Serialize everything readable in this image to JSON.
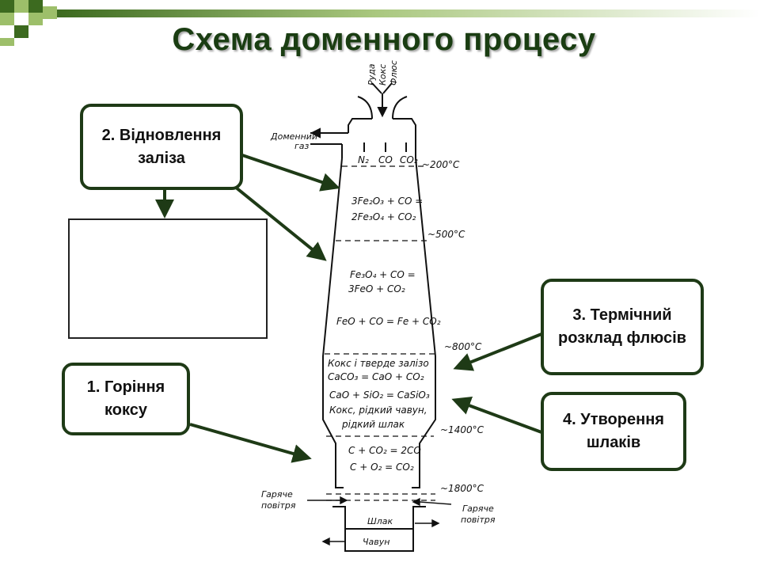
{
  "title": "Схема доменного процесу",
  "colors": {
    "accent_dark": "#3c6a1f",
    "accent_light": "#9dbf6a",
    "callout_border": "#1e3a16",
    "arrow": "#1e3a16"
  },
  "callouts": {
    "reduction": {
      "line1": "2. Відновлення",
      "line2": "заліза"
    },
    "thermal": {
      "line1": "3. Термічний",
      "line2": "розклад флюсів"
    },
    "combustion": {
      "line1": "1. Горіння",
      "line2": "коксу"
    },
    "slag": {
      "line1": "4. Утворення",
      "line2": "шлаків"
    }
  },
  "furnace": {
    "inputs": {
      "ore": "Руда",
      "coke": "Кокс",
      "flux": "Флюс"
    },
    "gas_label": {
      "line1": "Доменний",
      "line2": "газ"
    },
    "gases": {
      "n2": "N₂",
      "co": "CO",
      "co2": "CO₂"
    },
    "temperatures": [
      "~200°C",
      "~500°C",
      "~800°C",
      "~1400°C",
      "~1800°C"
    ],
    "reactions": {
      "r1a": "3Fe₂O₃ + CO =",
      "r1b": "2Fe₃O₄ + CO₂",
      "r2a": "Fe₃O₄ + CO =",
      "r2b": "3FeO + CO₂",
      "r3": "FeO + CO = Fe + CO₂",
      "r4a": "Кокс і тверде залізо",
      "r4b": "CaCO₃ = CaO + CO₂",
      "r5": "CaO + SiO₂ = CaSiO₃",
      "r6a": "Кокс, рідкий чавун,",
      "r6b": "рідкий шлак",
      "r7a": "C + CO₂ = 2CO",
      "r7b": "C + O₂ = CO₂"
    },
    "hot_air_left": {
      "line1": "Гаряче",
      "line2": "повітря"
    },
    "hot_air_right": {
      "line1": "Гаряче",
      "line2": "повітря"
    },
    "slag_out": "Шлак",
    "iron_out": "Чавун"
  }
}
